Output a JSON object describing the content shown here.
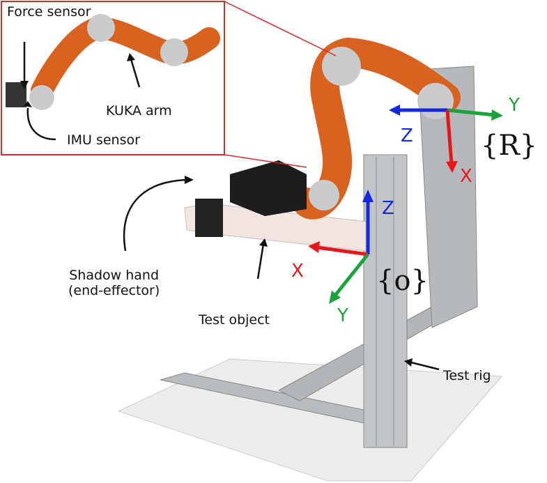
{
  "labels": {
    "force_sensor": "Force sensor",
    "imu_sensor": "IMU sensor",
    "kuka_arm": "KUKA arm",
    "shadow_hand": "Shadow hand",
    "shadow_hand_sub": "(end-effector)",
    "test_object": "Test object",
    "test_rig": "Test rig"
  },
  "frames": {
    "robot": {
      "name": "{R}",
      "z": "Z",
      "y": "Y",
      "x": "X"
    },
    "object": {
      "name": "{o}",
      "z": "Z",
      "x": "X",
      "y": "Y"
    }
  },
  "colors": {
    "x_axis": "#e8161b",
    "y_axis": "#1aa33a",
    "z_axis": "#1428e0",
    "inset_border": "#d42a2a",
    "arm": "#d8621f"
  }
}
